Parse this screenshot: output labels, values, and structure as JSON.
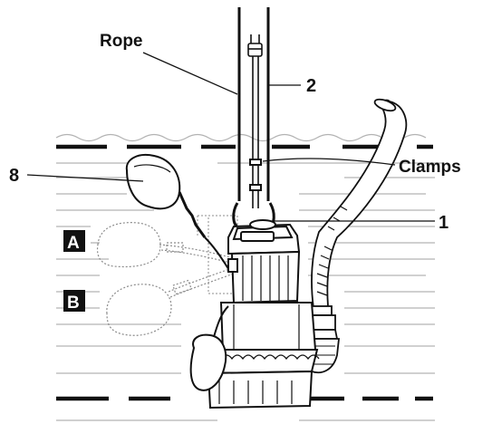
{
  "labels": {
    "rope": "Rope",
    "two": "2",
    "clamps": "Clamps",
    "eight": "8",
    "one": "1",
    "a": "A",
    "b": "B"
  },
  "colors": {
    "ink": "#111111",
    "water_line": "#b3b3b3",
    "ghost": "#8c8c8c",
    "background": "#ffffff"
  }
}
